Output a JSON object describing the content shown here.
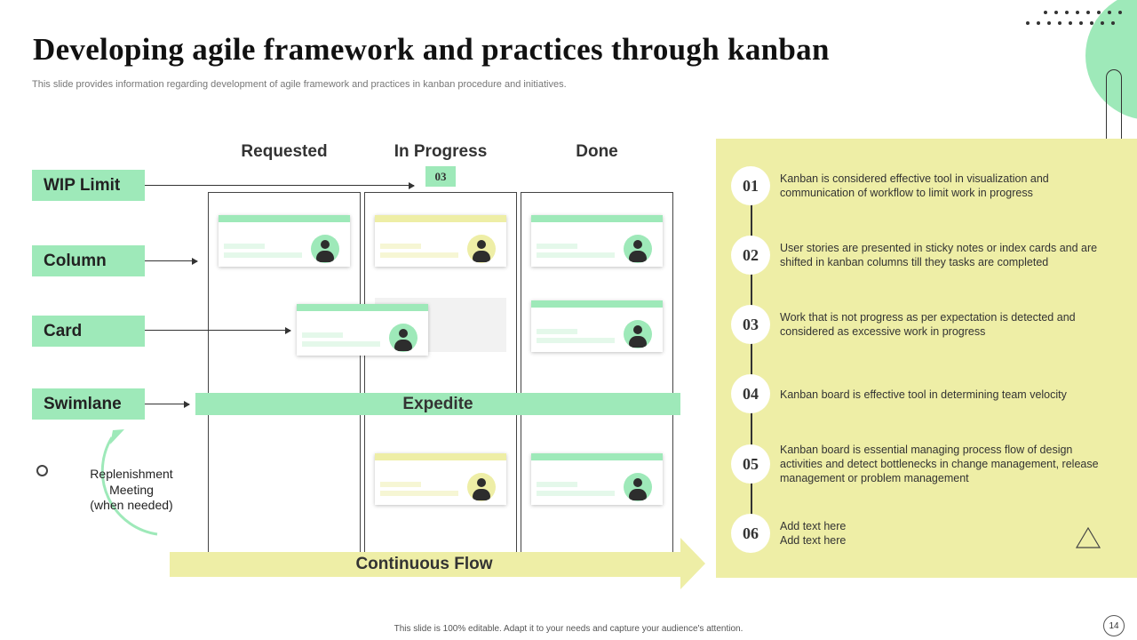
{
  "slide": {
    "title": "Developing agile framework and practices through kanban",
    "subtitle": "This slide provides information regarding development of agile framework and practices in kanban procedure and initiatives.",
    "footer": "This slide is 100% editable. Adapt it to your needs and capture your audience's attention.",
    "page_number": "14"
  },
  "colors": {
    "green": "#9ee9b9",
    "yellow": "#eeeea6",
    "card_green_bar": "#9ee9b9",
    "card_yellow_bar": "#eeeea6"
  },
  "board": {
    "columns": [
      "Requested",
      "In Progress",
      "Done"
    ],
    "wip_limit_value": "03",
    "swimlane_label": "Expedite",
    "flow_label": "Continuous Flow",
    "cards": [
      {
        "column": "Requested",
        "tone": "green",
        "avatar": "user-icon"
      },
      {
        "column": "In Progress",
        "tone": "yellow",
        "avatar": "user-icon"
      },
      {
        "column": "Done",
        "tone": "green",
        "avatar": "user-icon"
      },
      {
        "column": "Requested",
        "tone": "green",
        "avatar": "user-icon"
      },
      {
        "column": "Done",
        "tone": "green",
        "avatar": "user-icon"
      },
      {
        "column": "In Progress",
        "tone": "yellow",
        "avatar": "user-icon"
      },
      {
        "column": "Done",
        "tone": "green",
        "avatar": "user-icon"
      }
    ]
  },
  "legend_labels": {
    "wip_limit": "WIP Limit",
    "column": "Column",
    "card": "Card",
    "swimlane": "Swimlane"
  },
  "replenishment": {
    "line1": "Replenishment",
    "line2": "Meeting",
    "line3": "(when needed)"
  },
  "points": [
    {
      "number": "01",
      "text": "Kanban is considered effective tool in visualization and communication of workflow to limit work in progress"
    },
    {
      "number": "02",
      "text": "User stories are presented in sticky notes or index cards and are shifted in kanban columns till they tasks are completed"
    },
    {
      "number": "03",
      "text": "Work that is not progress as per expectation is detected and considered as excessive work in progress"
    },
    {
      "number": "04",
      "text": "Kanban board is effective tool in determining team velocity"
    },
    {
      "number": "05",
      "text": "Kanban board is essential managing process flow of design activities and detect bottlenecks in change management, release management or problem management"
    },
    {
      "number": "06",
      "text_line1": "Add text here",
      "text_line2": "Add text here"
    }
  ]
}
